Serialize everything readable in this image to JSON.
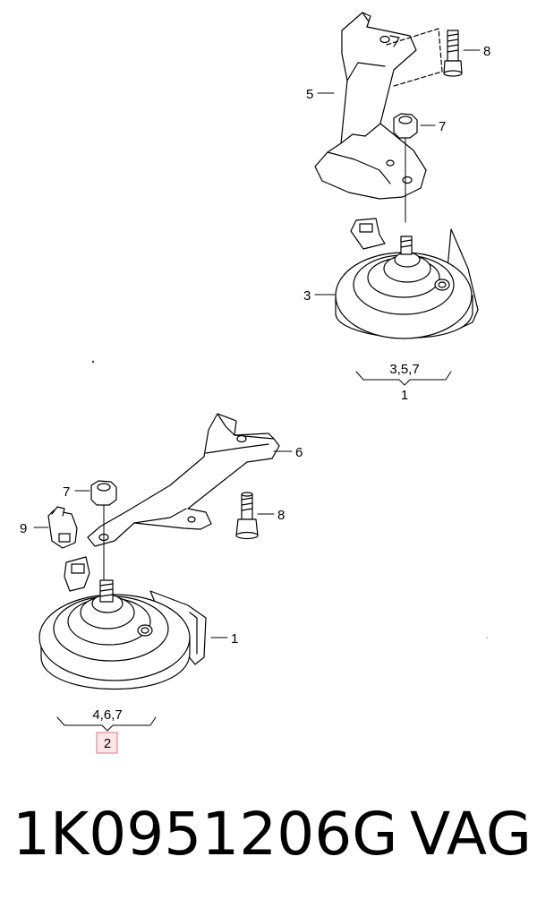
{
  "callouts": {
    "top": {
      "c8": "8",
      "c5": "5",
      "c7": "7",
      "c3": "3",
      "group": "3,5,7",
      "assembly": "1"
    },
    "bottom": {
      "c6": "6",
      "c7": "7",
      "c8": "8",
      "c9": "9",
      "c1": "1",
      "group": "4,6,7",
      "assembly": "2"
    }
  },
  "footer": {
    "part_number": "1K0951206G",
    "brand": "VAG"
  }
}
